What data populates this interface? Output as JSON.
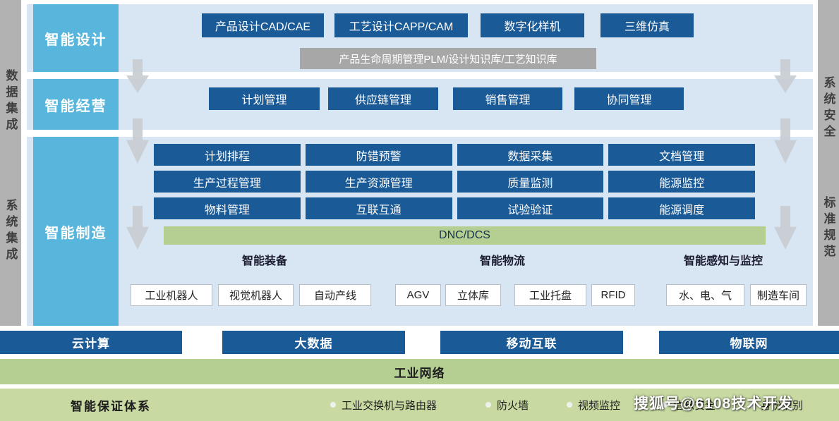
{
  "colors": {
    "darkblue": "#1a5a96",
    "lightblue": "#58b6dc",
    "band": "#d8e5f3",
    "rail": "#b2b2b2",
    "railtext": "#3f3f3f",
    "plmgray": "#a7a7a7",
    "green": "#b5cf92",
    "bottomgreen": "#c8daa2",
    "arrow": "#c8cdd2"
  },
  "rails": {
    "left": [
      "数据集成",
      "系统集成"
    ],
    "right": [
      "系统安全",
      "标准规范"
    ]
  },
  "design": {
    "label": "智能设计",
    "boxes": [
      "产品设计CAD/CAE",
      "工艺设计CAPP/CAM",
      "数字化样机",
      "三维仿真"
    ],
    "plm": "产品生命周期管理PLM/设计知识库/工艺知识库"
  },
  "operation": {
    "label": "智能经营",
    "boxes": [
      "计划管理",
      "供应链管理",
      "销售管理",
      "协同管理"
    ]
  },
  "manufacturing": {
    "label": "智能制造",
    "grid": [
      [
        "计划排程",
        "防错预警",
        "数据采集",
        "文档管理"
      ],
      [
        "生产过程管理",
        "生产资源管理",
        "质量监测",
        "能源监控"
      ],
      [
        "物料管理",
        "互联互通",
        "试验验证",
        "能源调度"
      ]
    ],
    "dnc": "DNC/DCS",
    "group_labels": [
      "智能装备",
      "智能物流",
      "智能感知与监控"
    ],
    "equipment_items": [
      "工业机器人",
      "视觉机器人",
      "自动产线"
    ],
    "logistics_items": [
      "AGV",
      "立体库",
      "工业托盘",
      "RFID"
    ],
    "sensing_items": [
      "水、电、气",
      "制造车间"
    ]
  },
  "platform": [
    "云计算",
    "大数据",
    "移动互联",
    "物联网"
  ],
  "network": "工业网络",
  "assurance": {
    "label": "智能保证体系",
    "items": [
      "工业交换机与路由器",
      "防火墙",
      "视频监控",
      "信息安全",
      "身份识别"
    ]
  },
  "watermark": "搜狐号@6108技术开发"
}
